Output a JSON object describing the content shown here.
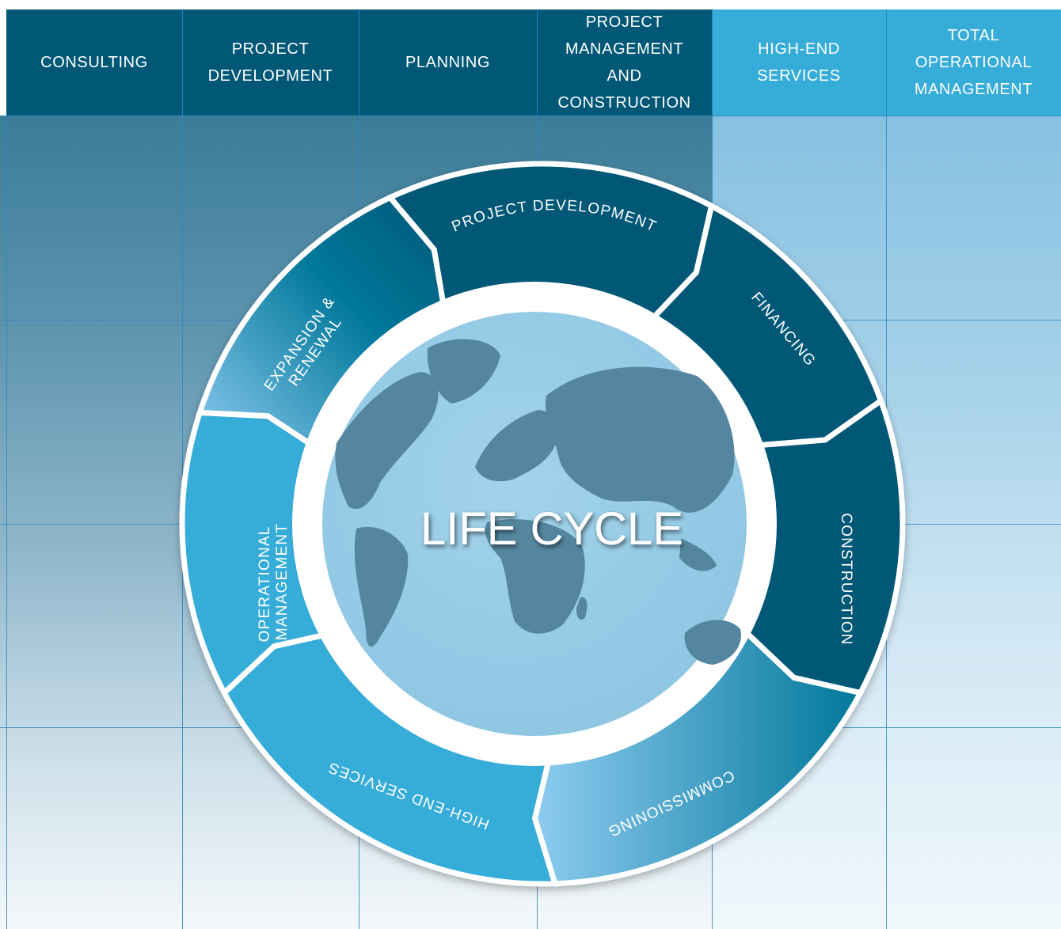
{
  "header": {
    "columns": [
      {
        "label": "CONSULTING",
        "tone": "dark"
      },
      {
        "label": "PROJECT\nDEVELOPMENT",
        "tone": "dark"
      },
      {
        "label": "PLANNING",
        "tone": "dark"
      },
      {
        "label": "PROJECT\nMANAGEMENT\nAND\nCONSTRUCTION",
        "tone": "dark"
      },
      {
        "label": "HIGH-END\nSERVICES",
        "tone": "light"
      },
      {
        "label": "TOTAL\nOPERATIONAL\nMANAGEMENT",
        "tone": "light"
      }
    ]
  },
  "cycle": {
    "center_title": "LIFE CYCLE",
    "segments": [
      {
        "label": "PROJECT DEVELOPMENT",
        "fill": "dark"
      },
      {
        "label": "FINANCING",
        "fill": "dark"
      },
      {
        "label": "CONSTRUCTION",
        "fill": "dark"
      },
      {
        "label": "COMMISSIONING",
        "fill": "gradient"
      },
      {
        "label": "HIGH-END SERVICES",
        "fill": "light"
      },
      {
        "label": "OPERATIONAL\nMANAGEMENT",
        "fill": "light"
      },
      {
        "label": "EXPANSION &\nRENEWAL",
        "fill": "gradient"
      }
    ]
  },
  "colors": {
    "dark_blue": "#005776",
    "light_blue": "#36acd8",
    "globe_ocean": "#95cbe6",
    "globe_land": "#54879f",
    "grid_line": "#2f86c0"
  }
}
